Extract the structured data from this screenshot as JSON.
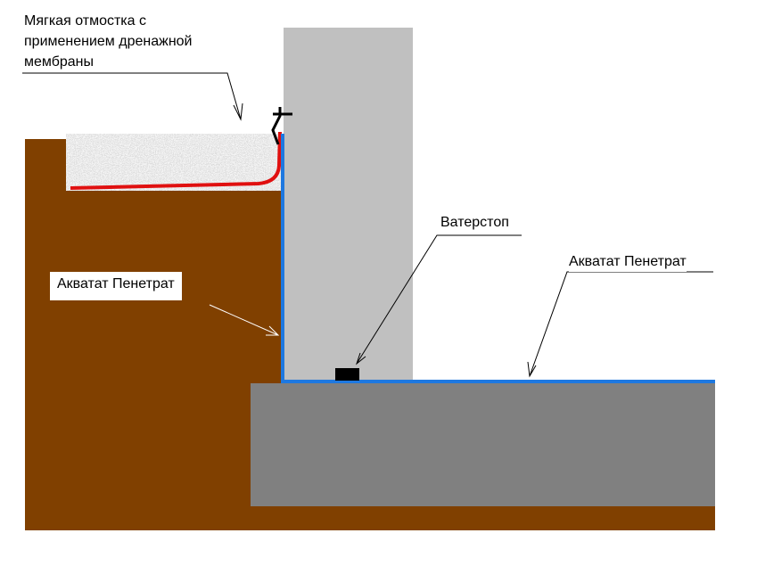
{
  "labels": {
    "soft_blind_area": "Мягкая отмостка с\nприменением дренажной\nмембраны",
    "waterstop": "Ватерстоп",
    "akvamat_left": "Акватат Пенетрат",
    "akvamat_right": "Акватат Пенетрат"
  },
  "colors": {
    "soil": "#804000",
    "slab": "#808080",
    "wall": "#c0c0c0",
    "gravel": "#c8c8c8",
    "membrane": "#e01010",
    "waterproofing": "#1e78e0",
    "waterstop": "#000000",
    "background": "#ffffff"
  }
}
